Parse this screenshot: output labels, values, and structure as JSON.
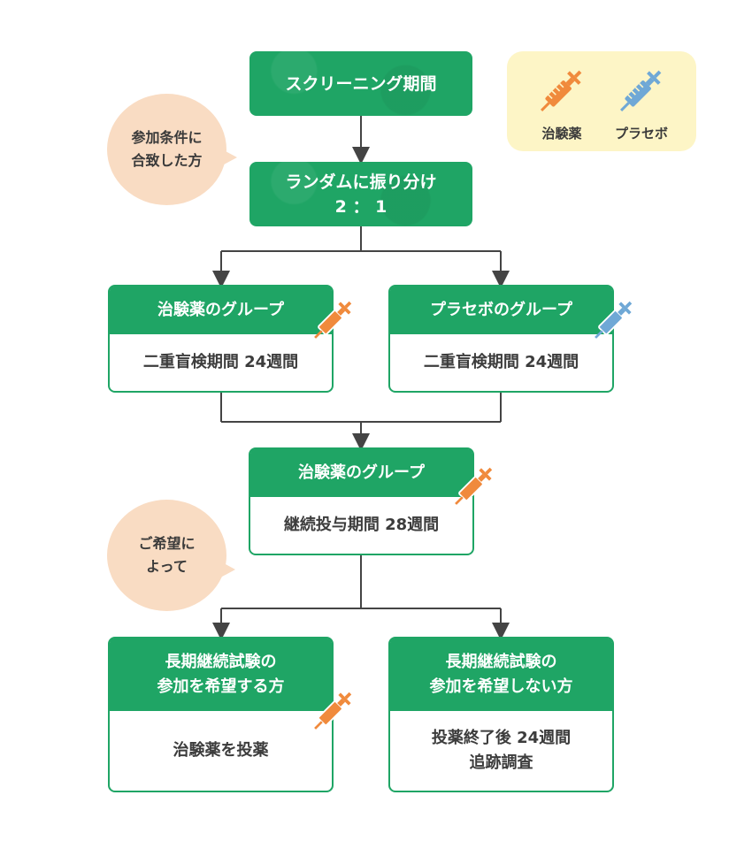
{
  "colors": {
    "green": "#1fa565",
    "bubble": "#f9dcc3",
    "legend_bg": "#fdf5c6",
    "drug_syringe": "#f08a3c",
    "placebo_syringe": "#6fa8d6",
    "line": "#444444"
  },
  "legend": {
    "drug_label": "治験薬",
    "placebo_label": "プラセボ"
  },
  "bubbles": {
    "eligibility": {
      "line1": "参加条件に",
      "line2": "合致した方"
    },
    "wish": {
      "line1": "ご希望に",
      "line2": "よって"
    }
  },
  "flow": {
    "screening": "スクリーニング期間",
    "randomize": {
      "line1": "ランダムに振り分け",
      "line2": "2 ： 1"
    },
    "drug_group": {
      "title": "治験薬のグループ",
      "body": "二重盲検期間 24週間"
    },
    "placebo_group": {
      "title": "プラセボのグループ",
      "body": "二重盲検期間 24週間"
    },
    "continuation_group": {
      "title": "治験薬のグループ",
      "body": "継続投与期間 28週間"
    },
    "long_term_yes": {
      "title1": "長期継続試験の",
      "title2": "参加を希望する方",
      "body": "治験薬を投薬"
    },
    "long_term_no": {
      "title1": "長期継続試験の",
      "title2": "参加を希望しない方",
      "body1": "投薬終了後 24週間",
      "body2": "追跡調査"
    }
  }
}
